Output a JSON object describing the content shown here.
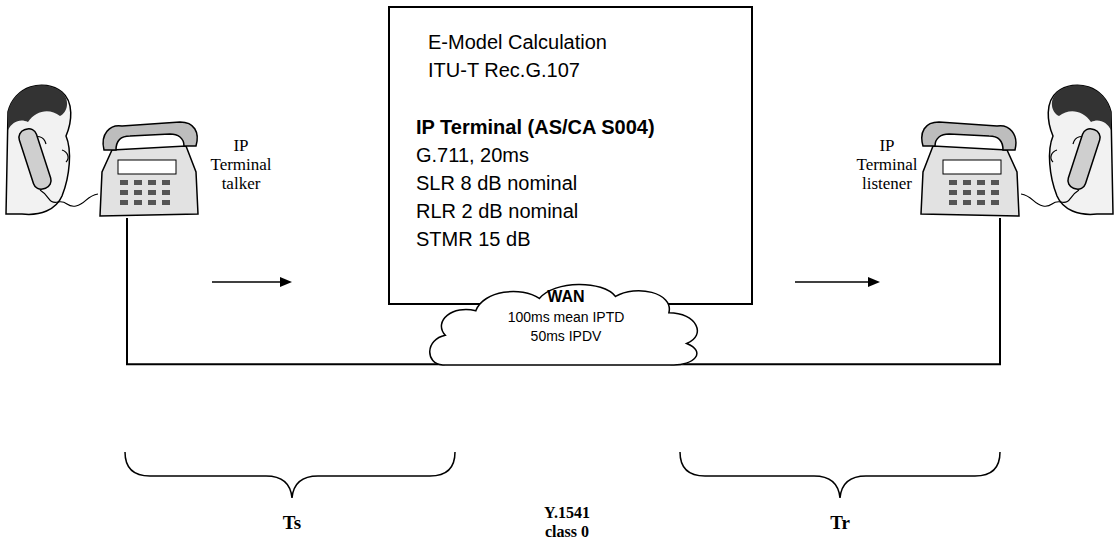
{
  "diagram": {
    "nodes": [
      {
        "text": [
          "IP Terminal talker"
        ]
      },
      {
        "text": [
          "E-Model Calculation",
          "ITU-T Rec.G.107",
          "IP Terminal (AS/CA S004)",
          "G.711, 20ms",
          "SLR 8 dB nominal",
          "RLR 2 dB nominal",
          "STMR 15 dB"
        ]
      },
      {
        "text": [
          "WAN",
          "100ms mean IPTD",
          "50ms IPDV"
        ]
      },
      {
        "text": [
          "IP Terminal listener"
        ]
      }
    ],
    "edges": [
      {
        "from": 0,
        "to": 2,
        "arrow": "none"
      },
      {
        "from": 2,
        "to": 3,
        "arrow": "none"
      }
    ],
    "labels": [
      "Ts",
      "Y.1541 class 0",
      "Tr"
    ]
  }
}
